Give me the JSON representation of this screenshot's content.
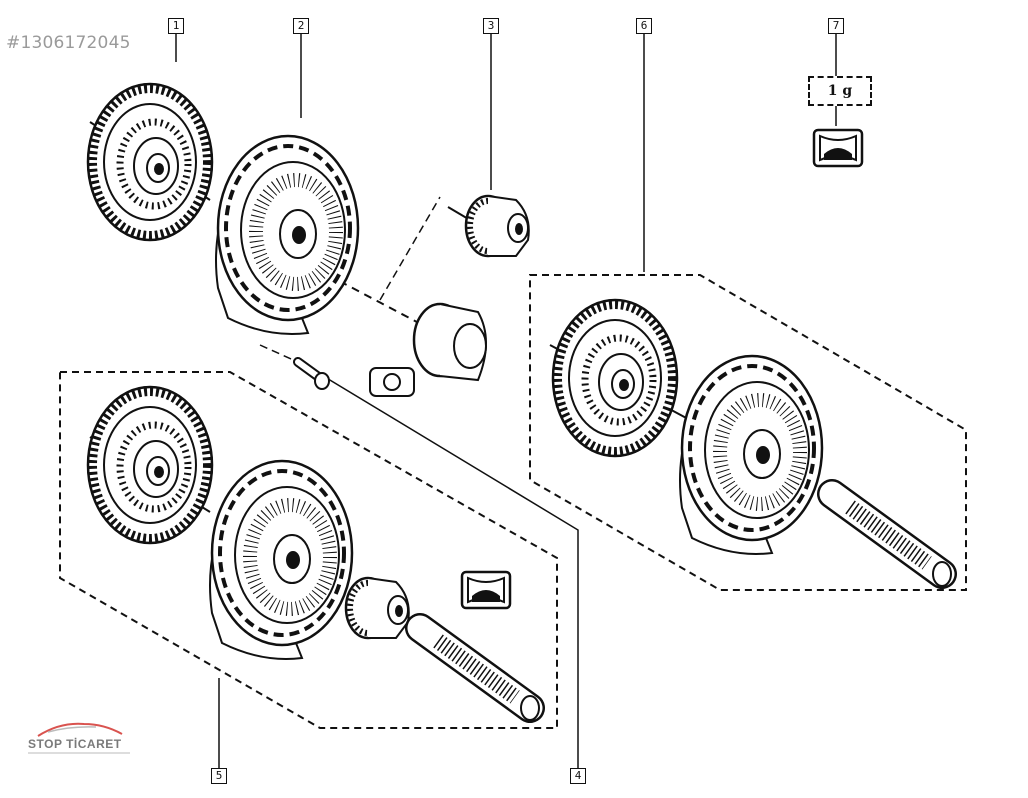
{
  "reference_id": "#1306172045",
  "callouts": [
    "1",
    "2",
    "3",
    "4",
    "5",
    "6",
    "7"
  ],
  "quantity_label": "1 g",
  "watermark_logo": "STOP TİCARET",
  "colors": {
    "line": "#111111",
    "watermark": "#9a9a9a",
    "logo_accent": "#d9534f"
  }
}
